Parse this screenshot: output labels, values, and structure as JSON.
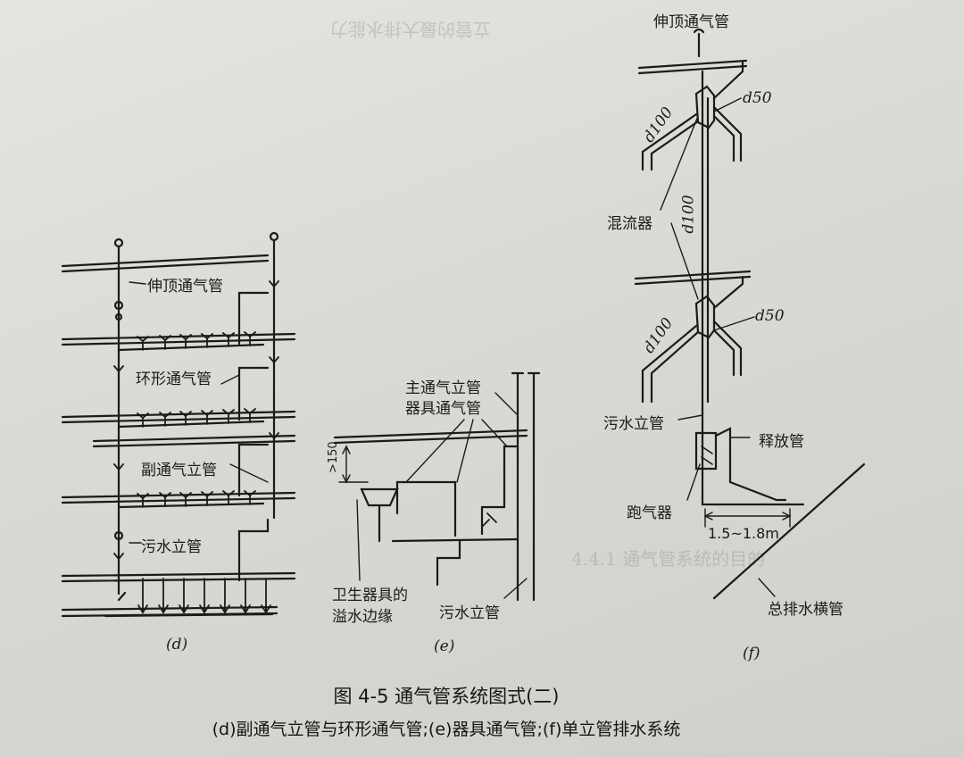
{
  "labels": {
    "d_stack_vent": "伸顶通气管",
    "d_loop_vent": "环形通气管",
    "d_secondary_vent": "副通气立管",
    "d_soil_stack": "污水立管",
    "d_caption": "(d)",
    "e_main_vent": "主通气立管",
    "e_fixture_vent": "器具通气管",
    "e_dim": ">150",
    "e_overflow_1": "卫生器具的",
    "e_overflow_2": "溢水边缘",
    "e_soil_stack": "污水立管",
    "e_caption": "(e)",
    "f_stack_vent": "伸顶通气管",
    "f_d100_a": "d100",
    "f_d50_a": "d50",
    "f_d100_mid": "d100",
    "f_mixer": "混流器",
    "f_d100_b": "d100",
    "f_d50_b": "d50",
    "f_soil_stack": "污水立管",
    "f_release": "释放管",
    "f_separator": "跑气器",
    "f_distance": "1.5~1.8m",
    "f_main_drain": "总排水横管",
    "f_caption": "(f)"
  },
  "caption": {
    "title": "图 4-5    通气管系统图式(二)",
    "subtitle": "(d)副通气立管与环形通气管;(e)器具通气管;(f)单立管排水系统"
  },
  "background_text": {
    "line1": "立管的最大排水能力",
    "line2": "4.4.1  通气管系统的目的"
  },
  "colors": {
    "ink": "#1b1b1b",
    "paper": "#dcdcd8"
  }
}
